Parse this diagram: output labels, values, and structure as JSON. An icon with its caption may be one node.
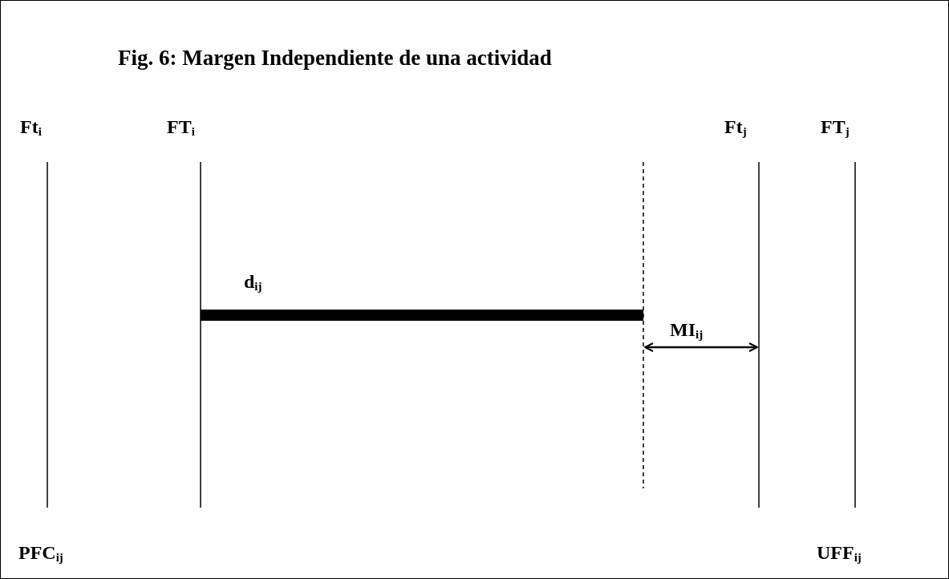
{
  "diagram": {
    "title": "Fig. 6: Margen Independiente de una actividad",
    "nodes": [
      {
        "text": [],
        "shape": "bar"
      }
    ],
    "labels": [
      "Ft$_{i}$",
      "FT$_{i}$",
      "Ft$_{j}$",
      "FT$_{j}$",
      "d$_{ij}$",
      "MI$_{ij}$",
      "PFC$_{ij}$",
      "UFF$_{ij}$"
    ]
  }
}
